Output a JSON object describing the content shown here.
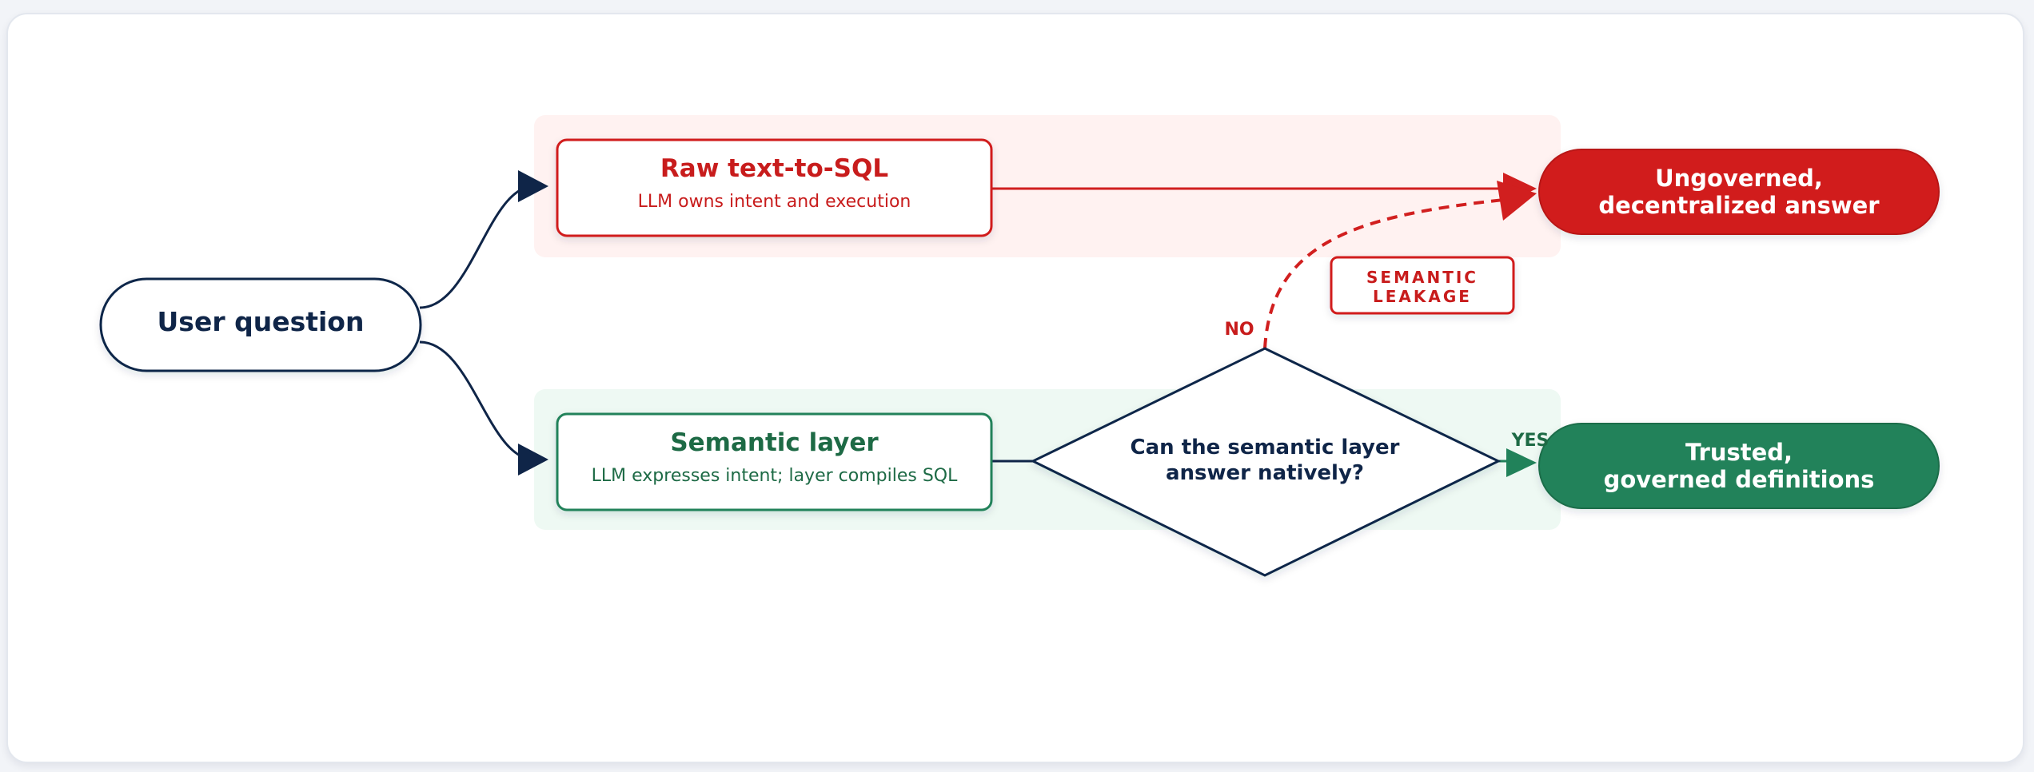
{
  "diagram": {
    "start_node": "User question",
    "raw_path": {
      "title": "Raw text-to-SQL",
      "subtitle": "LLM owns intent and execution"
    },
    "semantic_path": {
      "title": "Semantic layer",
      "subtitle": "LLM expresses intent; layer compiles SQL"
    },
    "decision": {
      "question": "Can the semantic layer answer natively?",
      "no_label": "NO",
      "yes_label": "YES"
    },
    "leakage_label": "SEMANTIC\nLEAKAGE",
    "outcome_bad": "Ungoverned,\ndecentralized answer",
    "outcome_good": "Trusted,\ngoverned definitions"
  },
  "colors": {
    "navy": "#0f2548",
    "red": "#d11f1f",
    "red_text": "#c81c1c",
    "red_band": "#fff2f1",
    "green": "#21825a",
    "green_text": "#1d6a45",
    "green_band": "#eef9f3"
  }
}
